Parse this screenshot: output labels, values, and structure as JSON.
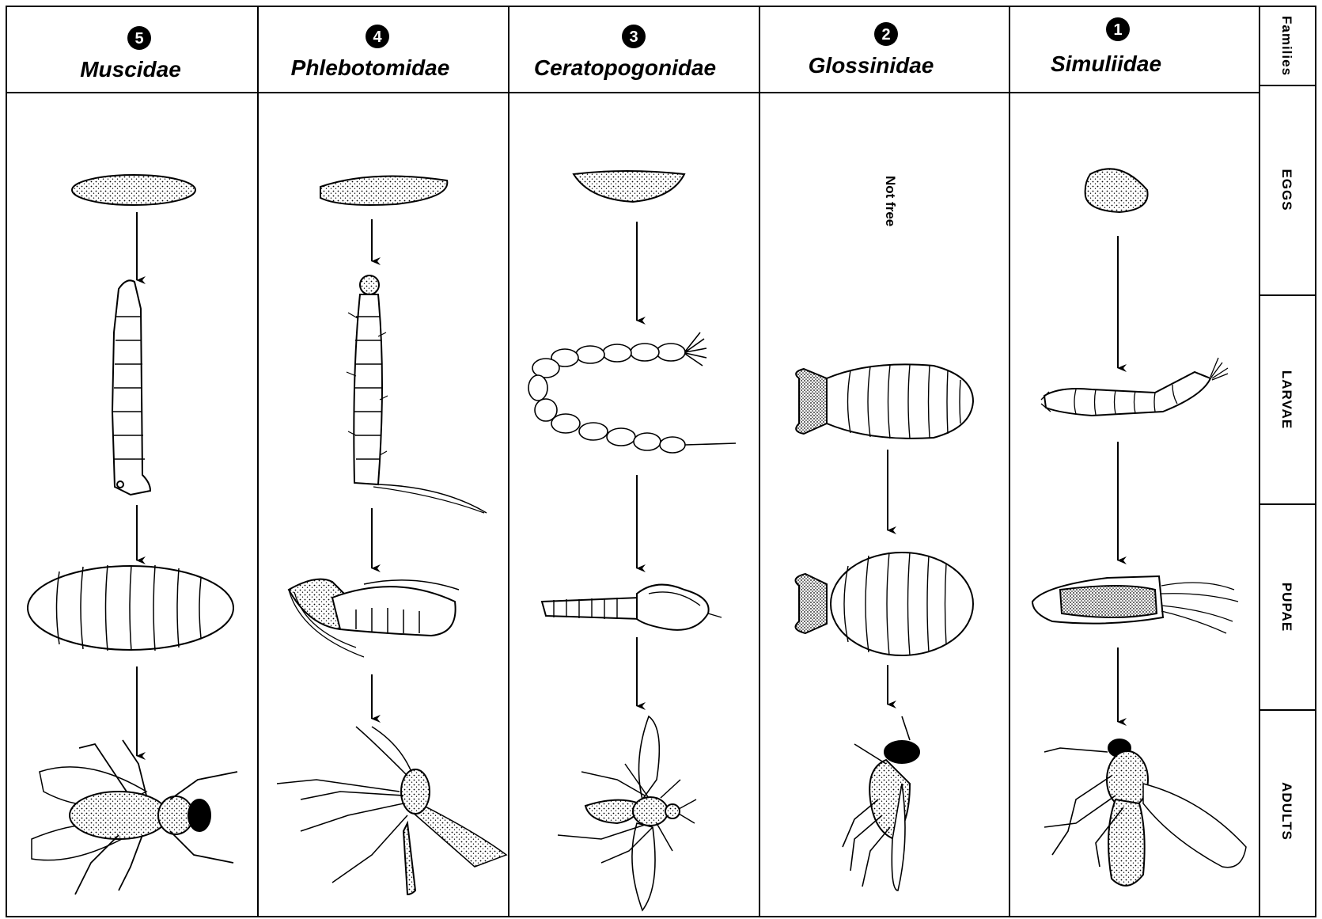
{
  "families_header": "Families",
  "stages": [
    "EGGS",
    "LARVAE",
    "PUPAE",
    "ADULTS"
  ],
  "columns": [
    {
      "number": "5",
      "name": "Muscidae"
    },
    {
      "number": "4",
      "name": "Phlebotomidae"
    },
    {
      "number": "3",
      "name": "Ceratopogonidae"
    },
    {
      "number": "2",
      "name": "Glossinidae",
      "egg_note": "Not free"
    },
    {
      "number": "1",
      "name": "Simuliidae"
    }
  ]
}
